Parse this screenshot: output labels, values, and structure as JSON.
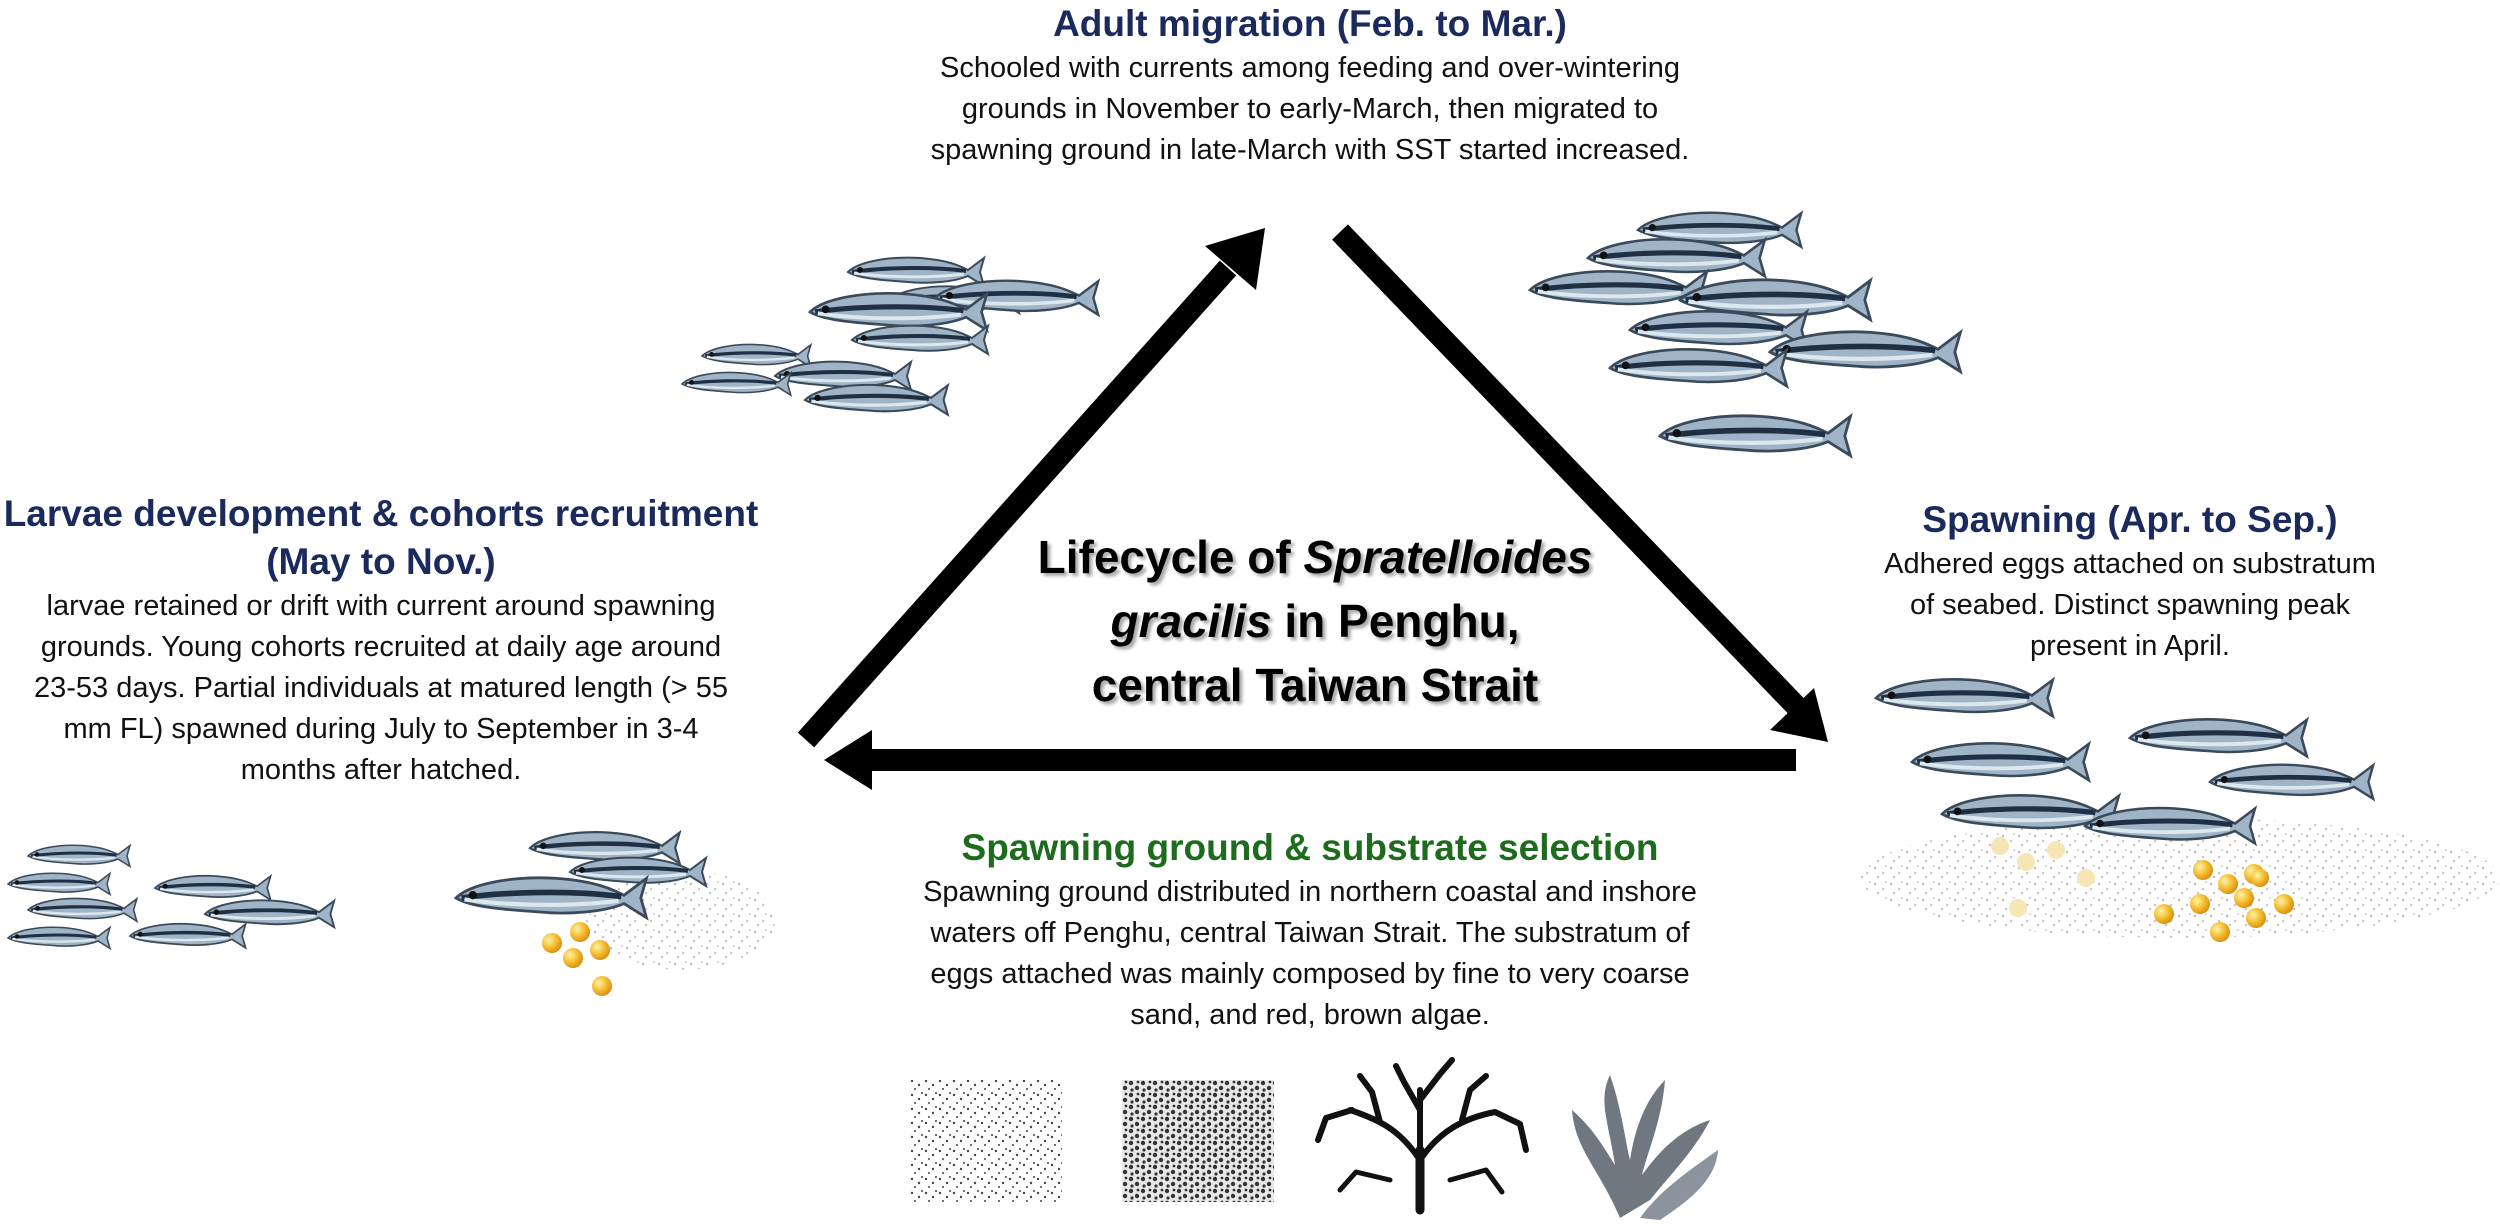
{
  "center": {
    "line1_a": "Lifecycle of ",
    "line1_b": "Spratelloides",
    "line2_a": "gracilis",
    "line2_b": " in Penghu,",
    "line3": "central Taiwan Strait"
  },
  "adult": {
    "title": "Adult migration (Feb. to Mar.)",
    "body": [
      "Schooled with currents among feeding and over-wintering",
      "grounds in November to early-March, then migrated to",
      "spawning ground in late-March with SST started increased."
    ]
  },
  "spawning": {
    "title": "Spawning (Apr. to Sep.)",
    "body": [
      "Adhered  eggs attached on substratum",
      "of seabed. Distinct spawning peak",
      "present in April."
    ]
  },
  "larvae": {
    "title": [
      "Larvae development & cohorts recruitment",
      "(May to Nov.)"
    ],
    "body": [
      "larvae retained or drift with current around spawning",
      "grounds. Young  cohorts recruited at daily age around",
      "23-53 days. Partial individuals at matured length (> 55",
      "mm FL) spawned during July to September in 3-4",
      "months after hatched."
    ]
  },
  "ground": {
    "title": "Spawning ground & substrate selection",
    "body": [
      "Spawning ground distributed in northern coastal and inshore",
      "waters off Penghu, central Taiwan Strait. The substratum of",
      "eggs attached was mainly composed by fine to very coarse",
      "sand, and red, brown algae."
    ]
  },
  "icons": [
    "fish-school-icon",
    "fish-egg-icon",
    "fine-sand-icon",
    "coarse-sand-icon",
    "red-algae-icon",
    "brown-algae-icon"
  ],
  "colors": {
    "heading_navy": "#1b2a5c",
    "heading_green": "#1d6b1d",
    "arrow": "#000000",
    "egg": "#f2b21e"
  }
}
